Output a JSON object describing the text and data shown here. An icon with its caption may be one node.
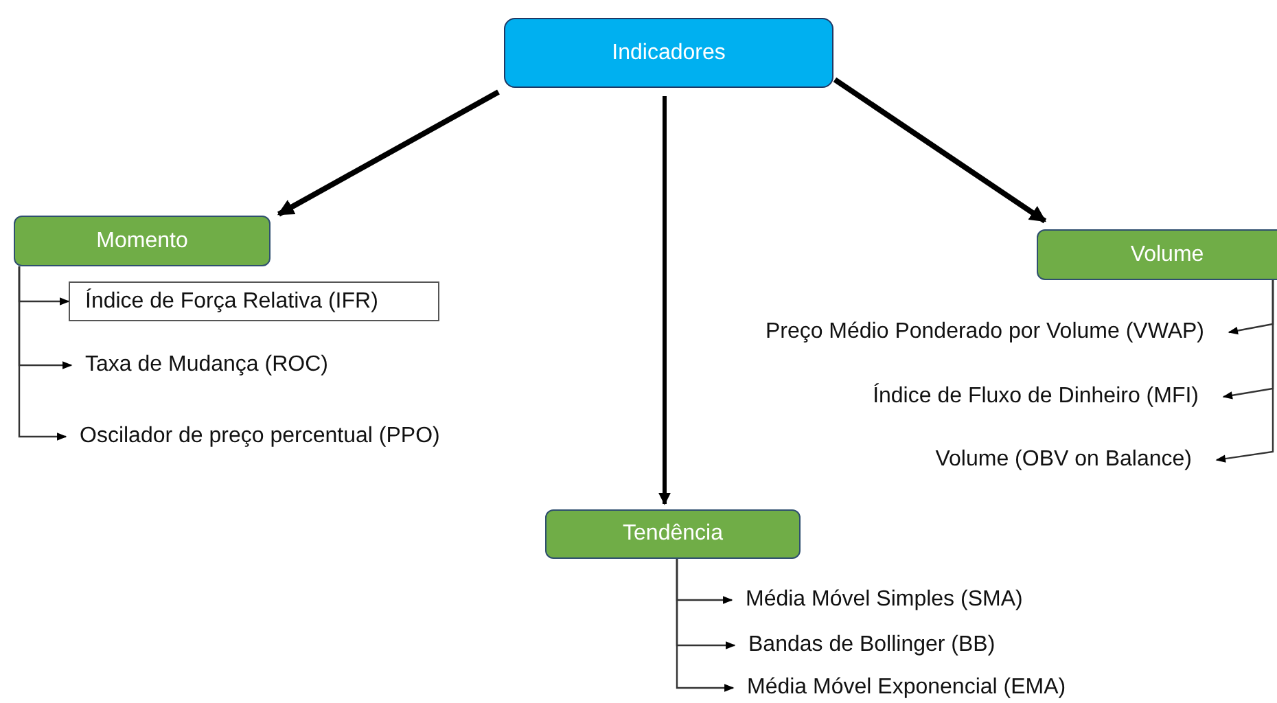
{
  "diagram": {
    "nodes": [
      {
        "text": [
          "Indicadores"
        ]
      },
      {
        "text": [
          "Momento"
        ]
      },
      {
        "text": [
          "Volume"
        ]
      },
      {
        "text": [
          "Índice de Força Relativa (IFR)"
        ]
      },
      {
        "text": [
          "Taxa de Mudança (ROC)"
        ]
      },
      {
        "text": [
          "Oscilador de preço percentual (PPO)"
        ]
      },
      {
        "text": [
          "Preço Médio Ponderado por Volume (VWAP)"
        ]
      },
      {
        "text": [
          "Índice de Fluxo de Dinheiro (MFI)"
        ]
      },
      {
        "text": [
          "Volume (OBV on Balance)"
        ]
      },
      {
        "text": [
          "Tendência"
        ]
      },
      {
        "text": [
          "Média Móvel Simples (SMA)"
        ]
      },
      {
        "text": [
          "Bandas de Bollinger (BB)"
        ]
      },
      {
        "text": [
          "Média Móvel Exponencial (EMA)"
        ]
      }
    ],
    "edges": [
      {
        "from": 0,
        "to": 1,
        "arrow": "to",
        "style": "thick"
      },
      {
        "from": 0,
        "to": 9,
        "arrow": "to",
        "style": "thick"
      },
      {
        "from": 0,
        "to": 2,
        "arrow": "to",
        "style": "thick"
      },
      {
        "from": 1,
        "to": 3,
        "arrow": "to"
      },
      {
        "from": 1,
        "to": 4,
        "arrow": "to"
      },
      {
        "from": 1,
        "to": 5,
        "arrow": "to"
      },
      {
        "from": 2,
        "to": 6,
        "arrow": "to"
      },
      {
        "from": 2,
        "to": 7,
        "arrow": "to"
      },
      {
        "from": 2,
        "to": 8,
        "arrow": "to"
      },
      {
        "from": 9,
        "to": 10,
        "arrow": "to"
      },
      {
        "from": 9,
        "to": 11,
        "arrow": "to"
      },
      {
        "from": 9,
        "to": 12,
        "arrow": "to"
      }
    ]
  }
}
